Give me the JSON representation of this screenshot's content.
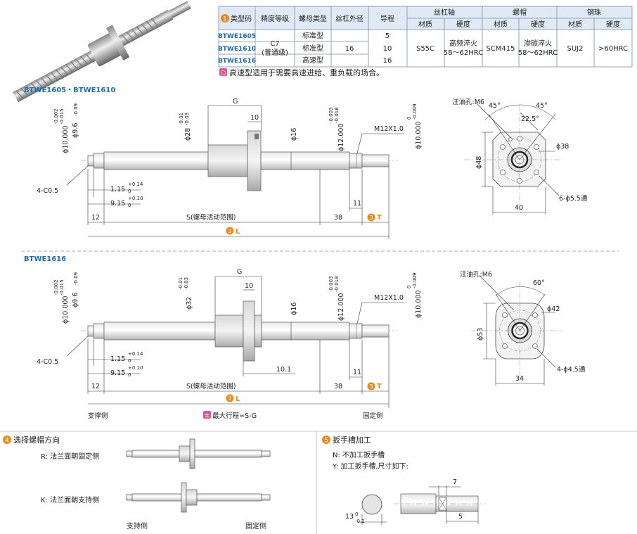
{
  "table": {
    "headers": {
      "type_code": "类型码",
      "accuracy": "精度等级",
      "nut_type": "螺母类型",
      "shaft_dia": "丝杠外径",
      "lead": "导程",
      "shaft_group": "丝杠轴",
      "nut_group": "螺帽",
      "ball_group": "钢珠",
      "material": "材质",
      "hardness": "硬度"
    },
    "rows": [
      {
        "code": "BTWE1605",
        "nut_type": "标准型",
        "lead": "5"
      },
      {
        "code": "BTWE1610",
        "nut_type": "标准型",
        "lead": "10"
      },
      {
        "code": "BTWE1616",
        "nut_type": "高速型",
        "lead": "16"
      }
    ],
    "accuracy_line1": "C7",
    "accuracy_line2": "(普通级)",
    "shaft_dia": "16",
    "shaft_material": "S55C",
    "shaft_hardness_1": "高频淬火",
    "shaft_hardness_2": "58～62HRC",
    "nut_material": "SCM415",
    "nut_hardness_1": "渗碳淬火",
    "nut_hardness_2": "58～62HRC",
    "ball_material": "SUJ2",
    "ball_hardness": ">60HRC",
    "note": "高速型适用于需要高速进给、重负载的场合。"
  },
  "section1": {
    "title": "BTWE1605・BTWE1610",
    "labels": {
      "g": "G",
      "ten": "10",
      "phi28": "ϕ28",
      "phi28_tol1": "-0.01",
      "phi28_tol2": "-0.03",
      "phi16": "ϕ16",
      "phi12": "ϕ12.000",
      "phi12_tol1": "-0.003",
      "phi12_tol2": "-0.018",
      "phi10_left": "ϕ10.000",
      "phi10_tol1": "-0.002",
      "phi10_tol2": "-0.015",
      "phi96": "ϕ9.6",
      "phi96_tol": "-0.09",
      "phi10_right": "ϕ10.000",
      "phi10r_tol1": "0",
      "phi10r_tol2": "-0.009",
      "m12": "M12X1.0",
      "chamfer": "4-C0.5",
      "d115": "1.15",
      "d115_tol1": "+0.14",
      "d115_tol2": "0",
      "d915": "9.15",
      "d915_tol1": "+0.10",
      "d915_tol2": "0",
      "d12": "12",
      "s": "S(螺母活动范围)",
      "d38": "38",
      "d11": "11",
      "t": "T",
      "l": "L"
    },
    "flange": {
      "oil": "注油孔:M6",
      "a45a": "45°",
      "a45b": "45°",
      "a225": "22.5°",
      "phi38": "ϕ38",
      "phi48": "ϕ48",
      "w40": "40",
      "holes": "6-ϕ5.5通"
    }
  },
  "section2": {
    "title": "BTWE1616",
    "labels": {
      "g": "G",
      "ten": "10",
      "phi32": "ϕ32",
      "phi32_tol1": "-0.01",
      "phi32_tol2": "-0.03",
      "phi16": "ϕ16",
      "phi12": "ϕ12.000",
      "phi12_tol1": "-0.003",
      "phi12_tol2": "-0.018",
      "phi10_left": "ϕ10.000",
      "phi10_tol1": "-0.002",
      "phi10_tol2": "-0.015",
      "phi96": "ϕ9.6",
      "phi96_tol": "-0.09",
      "phi10_right": "ϕ10.000",
      "phi10r_tol1": "0",
      "phi10r_tol2": "-0.009",
      "m12": "M12X1.0",
      "chamfer": "4-C0.5",
      "d115": "1.15",
      "d115_tol1": "+0.14",
      "d115_tol2": "0",
      "d915": "9.15",
      "d915_tol1": "+0.10",
      "d915_tol2": "0",
      "d101": "10.1",
      "d12": "12",
      "s": "S(螺母活动范围)",
      "d38": "38",
      "d11": "11",
      "t": "T",
      "l": "L",
      "support": "支撑侧",
      "max_stroke": "最大行程=S-G",
      "fixed": "固定侧"
    },
    "flange": {
      "oil": "注油孔:M6",
      "a60": "60°",
      "phi42": "ϕ42",
      "phi53": "ϕ53",
      "w34": "34",
      "holes": "4-ϕ4.5通"
    }
  },
  "section4": {
    "title": "选择螺帽方向",
    "r": "R: 法兰面朝固定侧",
    "k": "K: 法兰面朝支持侧",
    "support": "支持侧",
    "fixed": "固定侧"
  },
  "section5": {
    "title": "扳手槽加工",
    "n": "N: 不加工扳手槽",
    "y": "Y: 加工扳手槽,尺寸如下:",
    "d7": "7",
    "d5": "5",
    "d13": "13",
    "d13_tol1": "0",
    "d13_tol2": "-0.2"
  },
  "badges": {
    "one": "1",
    "two": "2",
    "three": "3",
    "four": "4",
    "five": "5",
    "circle": "○",
    "plus": "±"
  },
  "colors": {
    "accent": "#e98a1c",
    "blue": "#1f6bb5",
    "header": "#dfeaf6"
  }
}
